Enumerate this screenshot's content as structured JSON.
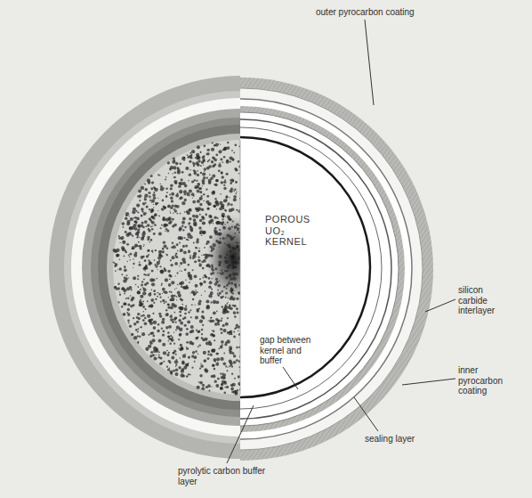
{
  "diagram": {
    "labels": [
      "outer pyrocarbon coating",
      "silicon carbide interlayer",
      "POROUS UO₂ KERNEL",
      "gap between kernel and buffer",
      "inner pyrocarbon coating",
      "sealing layer",
      "pyrolytic carbon buffer layer"
    ]
  }
}
